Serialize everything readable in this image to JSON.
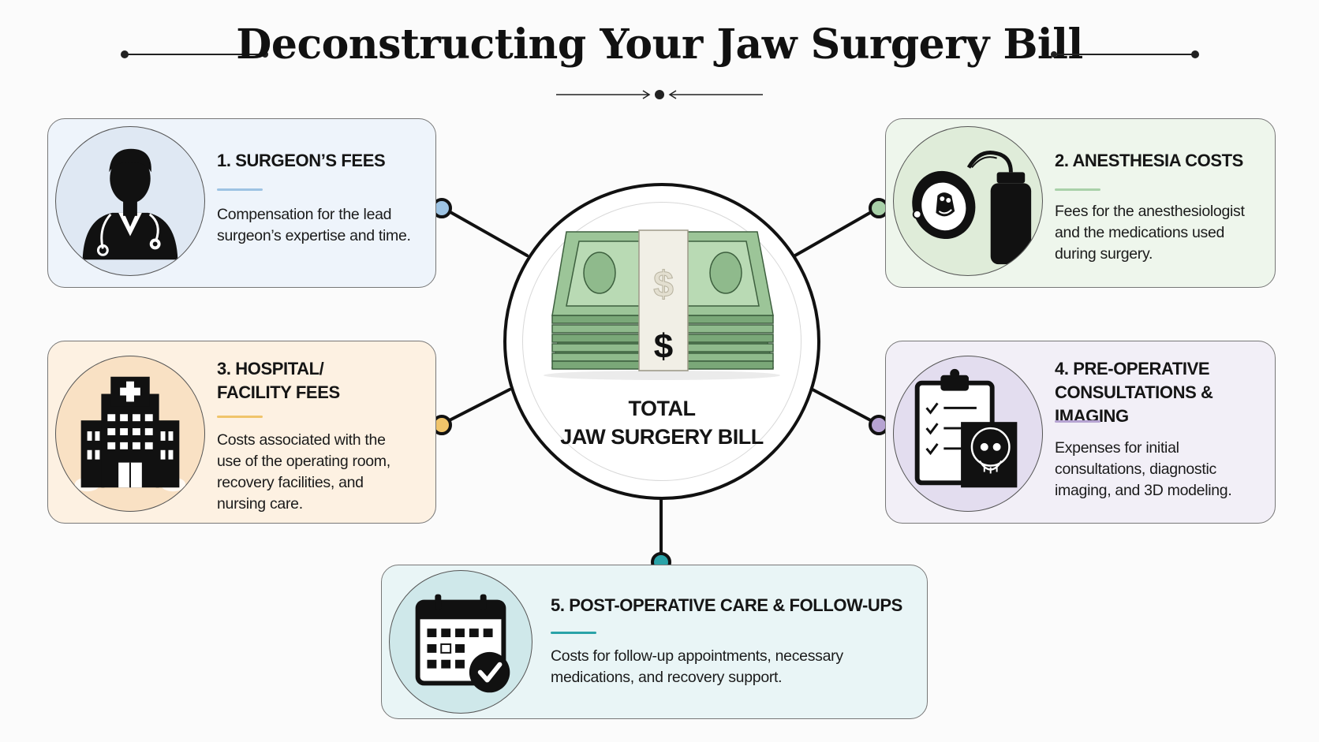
{
  "title": "Deconstructing Your Jaw Surgery Bill",
  "center": {
    "line1": "TOTAL",
    "line2": "JAW SURGERY BILL",
    "currency_symbol": "$"
  },
  "cards": [
    {
      "title_lines": [
        "1. SURGEON’S FEES"
      ],
      "desc_lines": [
        "Compensation for the lead",
        "surgeon’s expertise and time."
      ],
      "icon": "doctor-icon",
      "accent": "#9dc3e3",
      "bg": "#eef4fb",
      "circle_bg": "#dfe8f3"
    },
    {
      "title_lines": [
        "2. ANESTHESIA COSTS"
      ],
      "desc_lines": [
        "Fees for the anesthesiologist",
        "and the medications used",
        "during surgery."
      ],
      "icon": "anesthesia-mask-icon",
      "accent": "#a9d1a9",
      "bg": "#eef6ec",
      "circle_bg": "#dfecd9"
    },
    {
      "title_lines": [
        "3. HOSPITAL/",
        "FACILITY FEES"
      ],
      "desc_lines": [
        "Costs associated with the",
        "use of the operating room,",
        "recovery facilities, and",
        "nursing care."
      ],
      "icon": "hospital-building-icon",
      "accent": "#f0c46a",
      "bg": "#fdf1e2",
      "circle_bg": "#f9e1c4"
    },
    {
      "title_lines": [
        "4. PRE-OPERATIVE",
        "CONSULTATIONS & IMAGING"
      ],
      "desc_lines": [
        "Expenses for initial",
        "consultations, diagnostic",
        "imaging, and 3D modeling."
      ],
      "icon": "clipboard-xray-icon",
      "accent": "#b6a3d2",
      "bg": "#f2eff7",
      "circle_bg": "#e3ddef"
    },
    {
      "title_lines": [
        "5. POST-OPERATIVE CARE & FOLLOW-UPS"
      ],
      "desc_lines": [
        "Costs for follow-up appointments, necessary",
        "medications, and recovery support."
      ],
      "icon": "calendar-check-icon",
      "accent": "#2aa3a8",
      "bg": "#e9f5f6",
      "circle_bg": "#cfe8ea"
    }
  ],
  "colors": {
    "ink": "#111111",
    "money_green": "#7fae7d",
    "money_dark": "#4f7d50",
    "node_blue": "#9dc3e3",
    "node_green": "#a9d1a9",
    "node_orange": "#f0c46a",
    "node_purple": "#b6a3d2",
    "node_teal": "#2aa3a8"
  }
}
